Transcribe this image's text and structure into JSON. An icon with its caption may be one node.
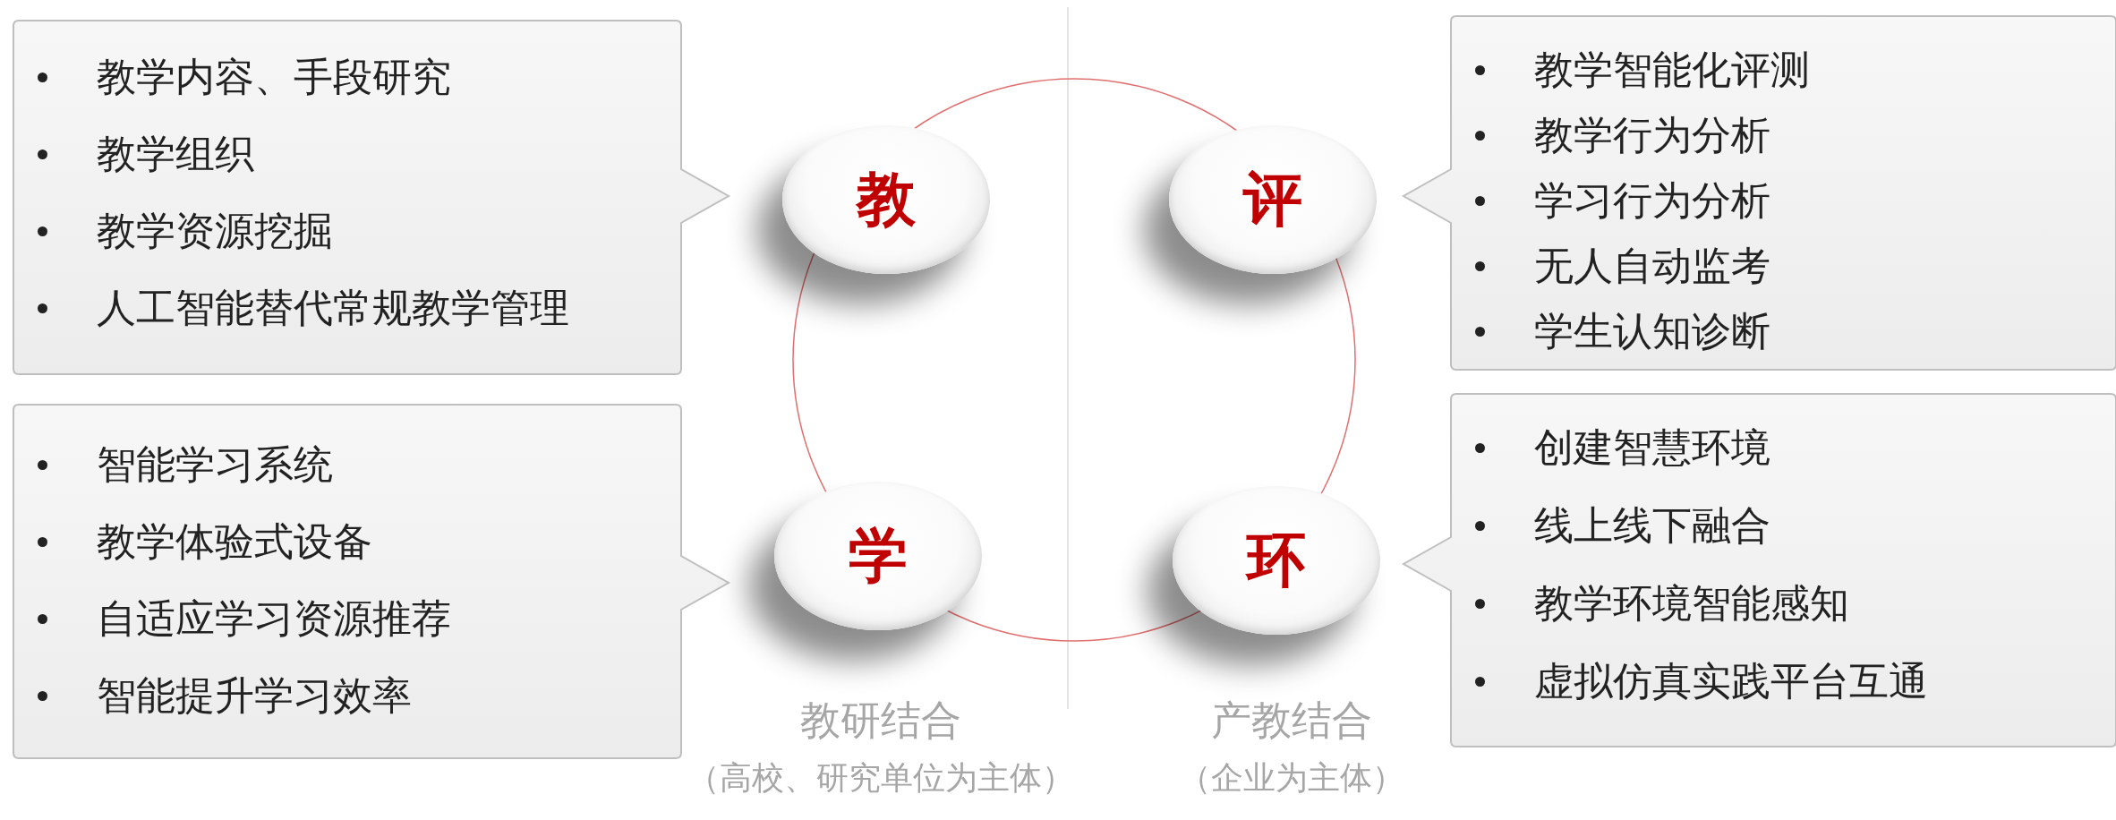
{
  "diagram": {
    "nodes": [
      {
        "text": [
          "教学内容、手段研究",
          "教学组织",
          "教学资源挖掘",
          "人工智能替代常规教学管理"
        ]
      },
      {
        "text": [
          "教"
        ]
      },
      {
        "text": [
          "评"
        ]
      },
      {
        "text": [
          "教学智能化评测",
          "教学行为分析",
          "学习行为分析",
          "无人自动监考",
          "学生认知诊断"
        ]
      },
      {
        "text": [
          "智能学习系统",
          "教学体验式设备",
          "自适应学习资源推荐",
          "智能提升学习效率"
        ]
      },
      {
        "text": [
          "学"
        ]
      },
      {
        "text": [
          "环"
        ]
      },
      {
        "text": [
          "创建智慧环境",
          "线上线下融合",
          "教学环境智能感知",
          "虚拟仿真实践平台互通"
        ]
      }
    ],
    "edges": [],
    "labels": [
      "教研结合",
      "（高校、研究单位为主体）",
      "产教结合",
      "（企业为主体）"
    ]
  }
}
